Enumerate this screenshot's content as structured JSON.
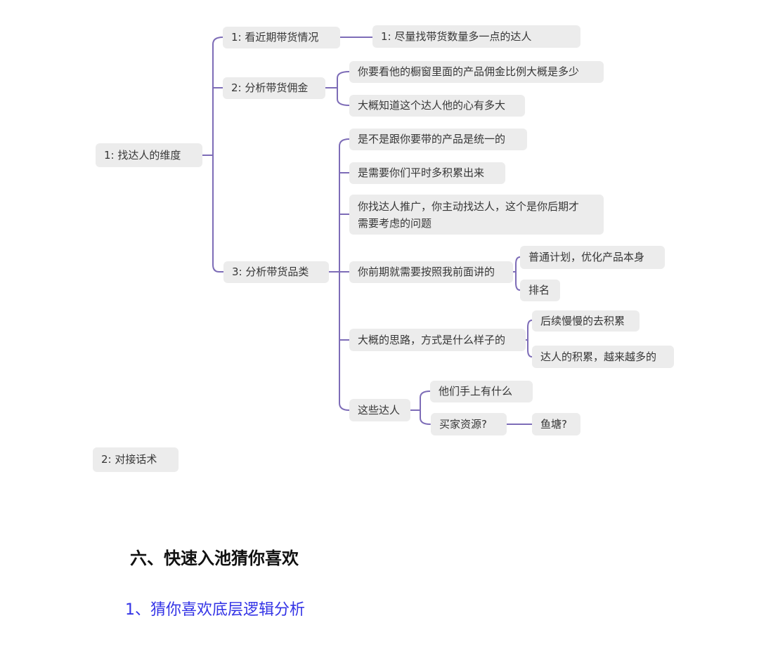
{
  "mindmap": {
    "root": {
      "label": "1: 找达人的维度"
    },
    "branches": [
      {
        "label": "1: 看近期带货情况",
        "children": [
          {
            "label": "1: 尽量找带货数量多一点的达人"
          }
        ]
      },
      {
        "label": "2: 分析带货佣金",
        "children": [
          {
            "label": "你要看他的橱窗里面的产品佣金比例大概是多少"
          },
          {
            "label": "大概知道这个达人他的心有多大"
          }
        ]
      },
      {
        "label": "3: 分析带货品类",
        "children": [
          {
            "label": "是不是跟你要带的产品是统一的"
          },
          {
            "label": "是需要你们平时多积累出来"
          },
          {
            "label": "你找达人推广，你主动找达人，这个是你后期才\n需要考虑的问题"
          },
          {
            "label": "你前期就需要按照我前面讲的",
            "children": [
              {
                "label": "普通计划，优化产品本身"
              },
              {
                "label": "排名"
              }
            ]
          },
          {
            "label": "大概的思路，方式是什么样子的",
            "children": [
              {
                "label": "后续慢慢的去积累"
              },
              {
                "label": "达人的积累，越来越多的"
              }
            ]
          },
          {
            "label": "这些达人",
            "children": [
              {
                "label": "他们手上有什么"
              },
              {
                "label": "买家资源?",
                "children": [
                  {
                    "label": "鱼塘?"
                  }
                ]
              }
            ]
          }
        ]
      }
    ],
    "root2": {
      "label": "2: 对接话术"
    }
  },
  "section": {
    "heading": "六、快速入池猜你喜欢",
    "link": "1、猜你喜欢底层逻辑分析"
  },
  "colors": {
    "connector": "#7d6cb7",
    "node_bg": "#ececec",
    "node_text": "#363636",
    "link_blue": "#3333e6"
  }
}
